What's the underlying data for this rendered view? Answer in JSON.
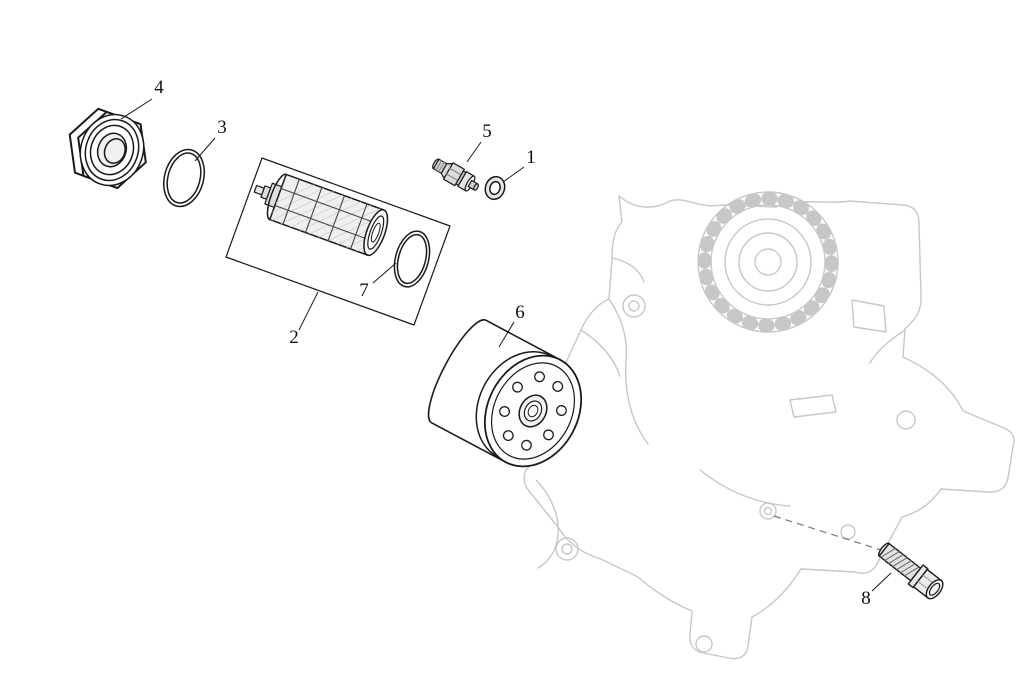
{
  "diagram": {
    "callouts": {
      "c1": "1",
      "c2": "2",
      "c3": "3",
      "c4": "4",
      "c5": "5",
      "c6": "6",
      "c7": "7",
      "c8": "8"
    },
    "colors": {
      "foreground_line": "#1a1a1a",
      "background_line": "#c7c7c7",
      "canvas": "#ffffff",
      "label_text": "#111111"
    }
  }
}
